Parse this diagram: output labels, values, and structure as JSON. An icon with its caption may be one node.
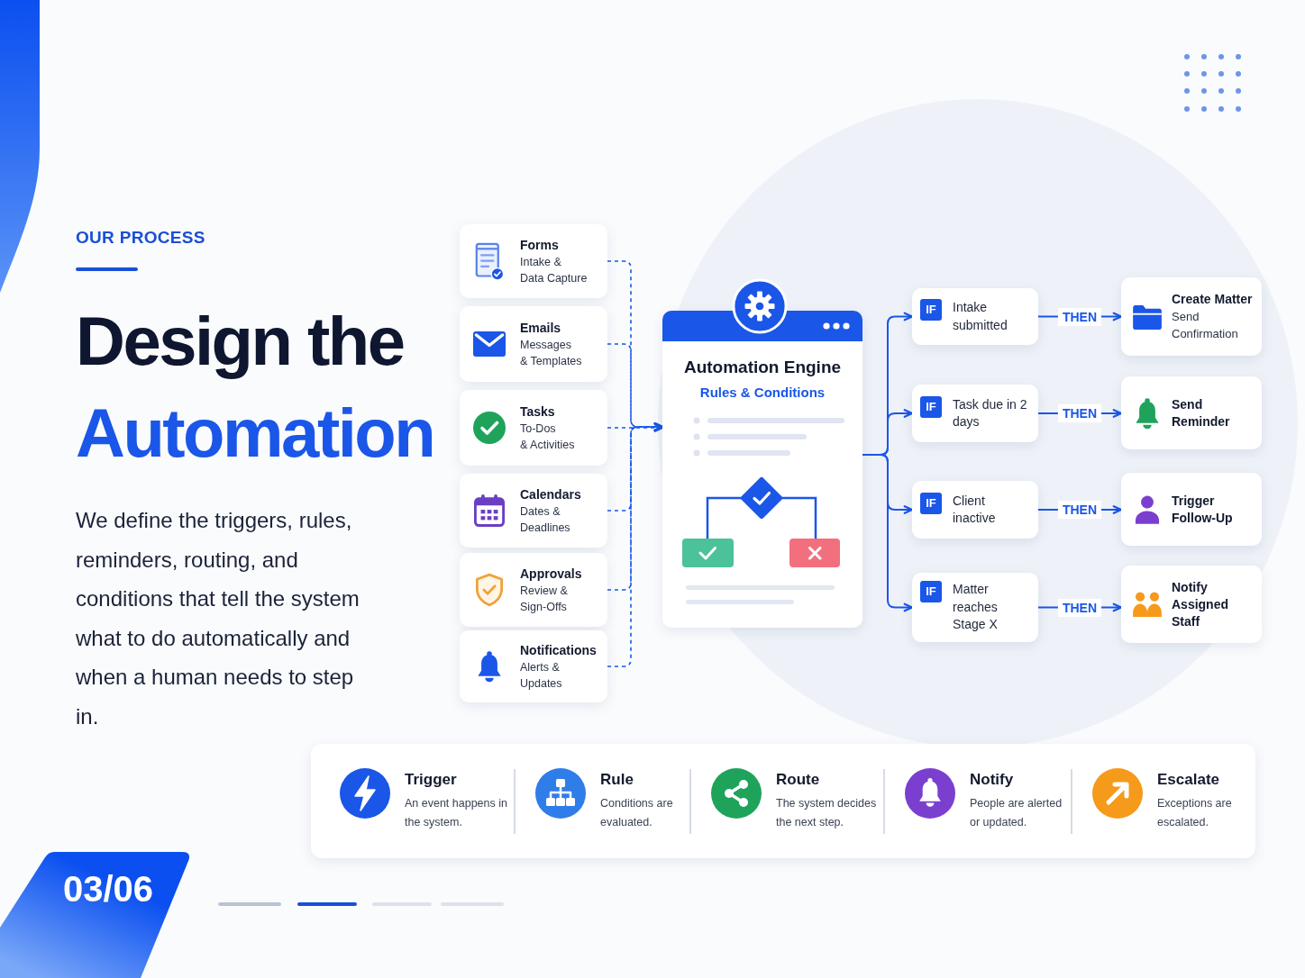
{
  "diagram": {
    "title": "Design the Automation",
    "nodes": [
      {
        "text": [
          "Forms",
          "Intake & Data Capture"
        ]
      },
      {
        "text": [
          "Emails",
          "Messages & Templates"
        ]
      },
      {
        "text": [
          "Tasks",
          "To-Dos & Activities"
        ]
      },
      {
        "text": [
          "Calendars",
          "Dates & Deadlines"
        ]
      },
      {
        "text": [
          "Approvals",
          "Review & Sign-Offs"
        ]
      },
      {
        "text": [
          "Notifications",
          "Alerts & Updates"
        ]
      },
      {
        "text": [
          "Automation Engine",
          "Rules & Conditions"
        ]
      },
      {
        "text": [
          "IF",
          "Intake submitted"
        ]
      },
      {
        "text": [
          "IF",
          "Task due in 2 days"
        ]
      },
      {
        "text": [
          "IF",
          "Client inactive"
        ]
      },
      {
        "text": [
          "IF",
          "Matter reaches Stage X"
        ]
      },
      {
        "text": [
          "Create Matter",
          "Send Confirmation"
        ]
      },
      {
        "text": [
          "Send Reminder"
        ]
      },
      {
        "text": [
          "Trigger Follow-Up"
        ]
      },
      {
        "text": [
          "Notify Assigned Staff"
        ]
      },
      {
        "text": [
          "Trigger",
          "An event happens in the system.",
          "Rule",
          "Conditions are evaluated.",
          "Route",
          "The system decides the next step.",
          "Notify",
          "People are alerted or updated.",
          "Escalate",
          "Exceptions are escalated."
        ]
      }
    ],
    "edges": [
      {
        "from": 0,
        "to": 6,
        "arrow": "to",
        "style": "dashed"
      },
      {
        "from": 1,
        "to": 6,
        "arrow": "to",
        "style": "dashed"
      },
      {
        "from": 2,
        "to": 6,
        "arrow": "to",
        "style": "dashed"
      },
      {
        "from": 3,
        "to": 6,
        "arrow": "to",
        "style": "dashed"
      },
      {
        "from": 4,
        "to": 6,
        "arrow": "to",
        "style": "dashed"
      },
      {
        "from": 5,
        "to": 6,
        "arrow": "to",
        "style": "dashed"
      },
      {
        "from": 6,
        "to": 7,
        "arrow": "to"
      },
      {
        "from": 6,
        "to": 8,
        "arrow": "to"
      },
      {
        "from": 6,
        "to": 9,
        "arrow": "to"
      },
      {
        "from": 6,
        "to": 10,
        "arrow": "to"
      },
      {
        "from": 7,
        "to": 11,
        "arrow": "to",
        "label": "THEN"
      },
      {
        "from": 8,
        "to": 12,
        "arrow": "to",
        "label": "THEN"
      },
      {
        "from": 9,
        "to": 13,
        "arrow": "to",
        "label": "THEN"
      },
      {
        "from": 10,
        "to": 14,
        "arrow": "to",
        "label": "THEN"
      }
    ],
    "labels": [
      "OUR PROCESS",
      "We define the triggers, rules, reminders, routing, and conditions that tell the system what to do automatically and when a human needs to step in.",
      "03/06"
    ]
  }
}
